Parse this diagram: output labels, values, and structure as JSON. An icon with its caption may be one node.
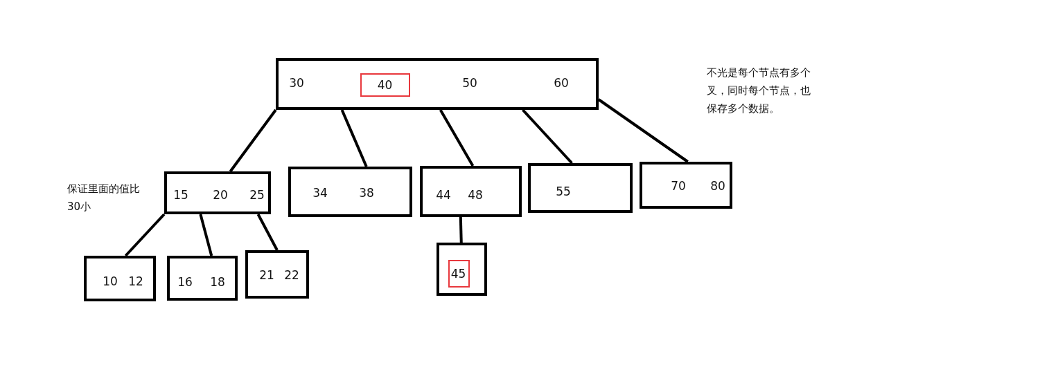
{
  "diagram": {
    "nodes": [
      {
        "text": [
          "30",
          "50",
          "60"
        ]
      },
      {
        "text": [
          "40"
        ],
        "in": 0
      },
      {
        "text": [
          "15",
          "20",
          "25"
        ],
        "beside": [
          "保证里面的值比30小"
        ]
      },
      {
        "text": [
          "34",
          "38"
        ]
      },
      {
        "text": [
          "44",
          "48"
        ]
      },
      {
        "text": [
          "55"
        ]
      },
      {
        "text": [
          "70",
          "80"
        ]
      },
      {
        "text": [
          "10",
          "12"
        ]
      },
      {
        "text": [
          "16",
          "18"
        ]
      },
      {
        "text": [
          "21",
          "22"
        ]
      },
      {
        "text": [],
        "shape": "box"
      },
      {
        "text": [
          "45"
        ],
        "in": 10
      }
    ],
    "edges": [
      {
        "from": 0,
        "to": 2,
        "arrow": "none"
      },
      {
        "from": 0,
        "to": 3,
        "arrow": "none"
      },
      {
        "from": 0,
        "to": 4,
        "arrow": "none"
      },
      {
        "from": 0,
        "to": 5,
        "arrow": "none"
      },
      {
        "from": 0,
        "to": 6,
        "arrow": "none"
      },
      {
        "from": 2,
        "to": 7,
        "arrow": "none"
      },
      {
        "from": 2,
        "to": 8,
        "arrow": "none"
      },
      {
        "from": 2,
        "to": 9,
        "arrow": "none"
      },
      {
        "from": 4,
        "to": 10,
        "arrow": "none"
      }
    ],
    "labels": [
      "不光是每个节点有多个叉，同时每个节点，也保存多个数据。"
    ]
  }
}
